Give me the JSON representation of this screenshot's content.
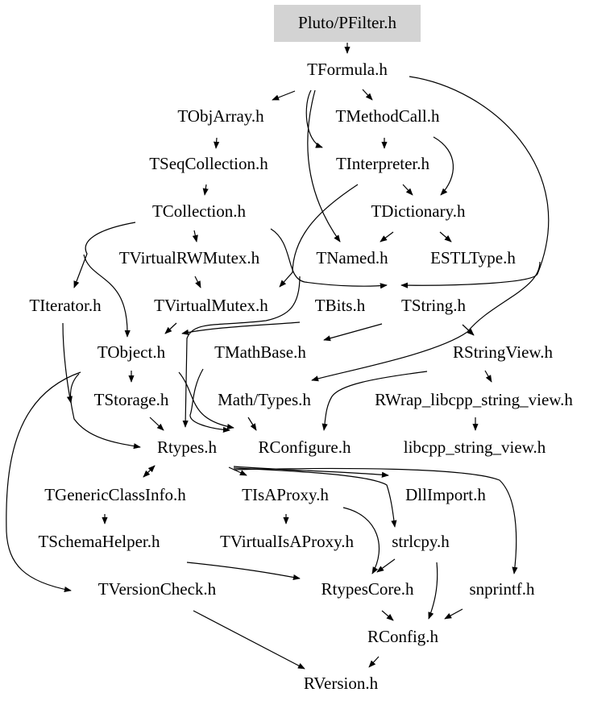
{
  "diagram": {
    "root": "Pluto/PFilter.h",
    "colors": {
      "root_fill": "#d3d3d3",
      "edge": "#000000",
      "text": "#000000",
      "background": "#ffffff"
    },
    "nodes": {
      "pfilter": "Pluto/PFilter.h",
      "tformula": "TFormula.h",
      "tobjarray": "TObjArray.h",
      "tmethodcall": "TMethodCall.h",
      "tseqcollection": "TSeqCollection.h",
      "tinterpreter": "TInterpreter.h",
      "tcollection": "TCollection.h",
      "tdictionary": "TDictionary.h",
      "tvirtualrwmutex": "TVirtualRWMutex.h",
      "tnamed": "TNamed.h",
      "estltype": "ESTLType.h",
      "titerator": "TIterator.h",
      "tvirtualmutex": "TVirtualMutex.h",
      "tbits": "TBits.h",
      "tstring": "TString.h",
      "tobject": "TObject.h",
      "tmathbase": "TMathBase.h",
      "rstringview": "RStringView.h",
      "tstorage": "TStorage.h",
      "mathtypes": "Math/Types.h",
      "rwrap": "RWrap_libcpp_string_view.h",
      "rtypes": "Rtypes.h",
      "rconfigure": "RConfigure.h",
      "libcpp": "libcpp_string_view.h",
      "tgenericclassinfo": "TGenericClassInfo.h",
      "tisaproxy": "TIsAProxy.h",
      "dllimport": "DllImport.h",
      "tschemahelper": "TSchemaHelper.h",
      "tvirtualisaproxy": "TVirtualIsAProxy.h",
      "strlcpy": "strlcpy.h",
      "tversioncheck": "TVersionCheck.h",
      "rtypescore": "RtypesCore.h",
      "snprintf": "snprintf.h",
      "rconfig": "RConfig.h",
      "rversion": "RVersion.h"
    }
  }
}
